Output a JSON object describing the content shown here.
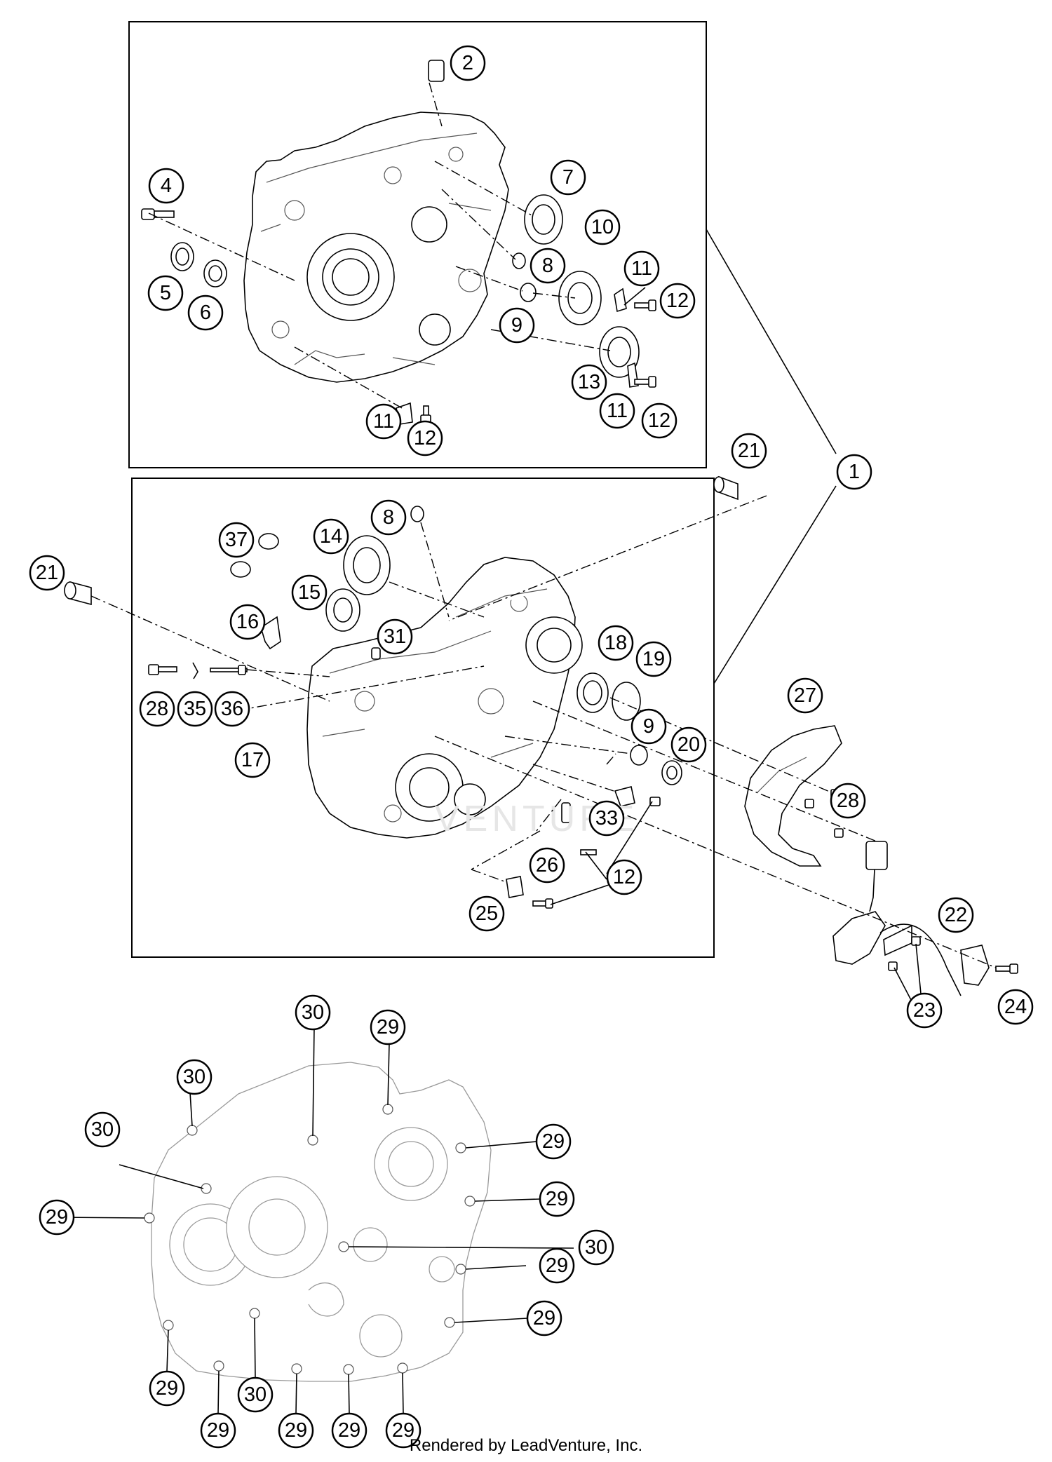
{
  "footer": {
    "text": "Rendered by LeadVenture, Inc."
  },
  "watermark": {
    "text": "VENTURE"
  },
  "callouts": [
    {
      "id": "c1",
      "label": "1"
    },
    {
      "id": "c2",
      "label": "2"
    },
    {
      "id": "c4",
      "label": "4"
    },
    {
      "id": "c5",
      "label": "5"
    },
    {
      "id": "c6",
      "label": "6"
    },
    {
      "id": "c7",
      "label": "7"
    },
    {
      "id": "c8a",
      "label": "8"
    },
    {
      "id": "c9a",
      "label": "9"
    },
    {
      "id": "c10",
      "label": "10"
    },
    {
      "id": "c11a",
      "label": "11"
    },
    {
      "id": "c12a",
      "label": "12"
    },
    {
      "id": "c13",
      "label": "13"
    },
    {
      "id": "c11b",
      "label": "11"
    },
    {
      "id": "c12b",
      "label": "12"
    },
    {
      "id": "c11c",
      "label": "11"
    },
    {
      "id": "c12c",
      "label": "12"
    },
    {
      "id": "c21a",
      "label": "21"
    },
    {
      "id": "c21b",
      "label": "21"
    },
    {
      "id": "c8b",
      "label": "8"
    },
    {
      "id": "c14",
      "label": "14"
    },
    {
      "id": "c37",
      "label": "37"
    },
    {
      "id": "c15",
      "label": "15"
    },
    {
      "id": "c16",
      "label": "16"
    },
    {
      "id": "c31",
      "label": "31"
    },
    {
      "id": "c18",
      "label": "18"
    },
    {
      "id": "c19",
      "label": "19"
    },
    {
      "id": "c27",
      "label": "27"
    },
    {
      "id": "c28a",
      "label": "28"
    },
    {
      "id": "c35",
      "label": "35"
    },
    {
      "id": "c36",
      "label": "36"
    },
    {
      "id": "c17",
      "label": "17"
    },
    {
      "id": "c9b",
      "label": "9"
    },
    {
      "id": "c20",
      "label": "20"
    },
    {
      "id": "c28b",
      "label": "28"
    },
    {
      "id": "c33",
      "label": "33"
    },
    {
      "id": "c26",
      "label": "26"
    },
    {
      "id": "c12d",
      "label": "12"
    },
    {
      "id": "c25",
      "label": "25"
    },
    {
      "id": "c22",
      "label": "22"
    },
    {
      "id": "c23",
      "label": "23"
    },
    {
      "id": "c24",
      "label": "24"
    },
    {
      "id": "c30a",
      "label": "30"
    },
    {
      "id": "c29a",
      "label": "29"
    },
    {
      "id": "c30b",
      "label": "30"
    },
    {
      "id": "c30c",
      "label": "30"
    },
    {
      "id": "c29b",
      "label": "29"
    },
    {
      "id": "c29c",
      "label": "29"
    },
    {
      "id": "c29d",
      "label": "29"
    },
    {
      "id": "c30d",
      "label": "30"
    },
    {
      "id": "c29e",
      "label": "29"
    },
    {
      "id": "c29f",
      "label": "29"
    },
    {
      "id": "c29g",
      "label": "29"
    },
    {
      "id": "c29h",
      "label": "29"
    },
    {
      "id": "c30e",
      "label": "30"
    },
    {
      "id": "c29i",
      "label": "29"
    },
    {
      "id": "c29j",
      "label": "29"
    },
    {
      "id": "c29k",
      "label": "29"
    },
    {
      "id": "c29l",
      "label": "29"
    }
  ]
}
